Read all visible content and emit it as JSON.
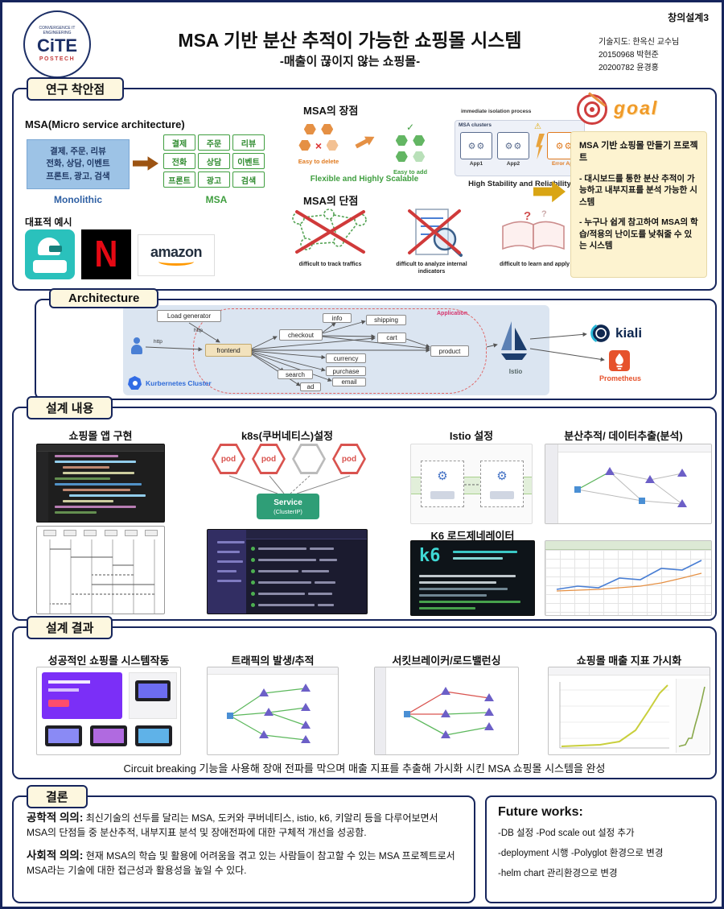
{
  "icons": {
    "gear": "⚙",
    "warn": "⚠",
    "cross": "×",
    "check": "✓",
    "question": "?"
  },
  "header": {
    "course": "창의설계3",
    "title": "MSA 기반 분산 추적이 가능한 쇼핑몰 시스템",
    "subtitle": "-매출이 끊이지 않는 쇼핑몰-",
    "advisor": "기술지도: 한옥신 교수님",
    "student1": "20150968 박현준",
    "student2": "20200782 윤경홍",
    "logo": {
      "ring": "CONVERGENCE IT ENGINEERING",
      "name": "CiTE",
      "sub": "POSTECH"
    }
  },
  "sec1": {
    "title": "연구 착안점",
    "msa_heading": "MSA(Micro service architecture)",
    "mono_lines": [
      "결제, 주문, 리뷰",
      "전화, 상담, 이벤트",
      "프론트, 광고, 검색"
    ],
    "mono_label": "Monolithic",
    "msa_label": "MSA",
    "services": [
      "결제",
      "주문",
      "리뷰",
      "전화",
      "상담",
      "이벤트",
      "프론트",
      "광고",
      "검색"
    ],
    "examples_label": "대표적 예시",
    "netflix_n": "N",
    "amazon_text": "amazon",
    "adv_title": "MSA의 장점",
    "easy_delete": "Easy to delete",
    "easy_add": "Easy to add",
    "adv_caption1": "Flexible and Highly Scalable",
    "clusters_label": "MSA clusters",
    "isolation_label": "immediate isolation process",
    "app1": "App1",
    "app2": "App2",
    "error_app": "Error App",
    "adv_caption2": "High Stability and Reliability",
    "dis_title": "MSA의 단점",
    "dis1": "difficult to track traffics",
    "dis2": "difficult to analyze internal indicators",
    "dis3": "difficult to learn and apply",
    "goal_label": "goal",
    "goal_title": "MSA 기반 쇼핑몰 만들기  프로젝트",
    "goal_point1": "- 대시보드를 통한 분산 추적이 가능하고 내부지표를 분석 가능한 시스템",
    "goal_point2": "- 누구나 쉽게 참고하여 MSA의 학습/적용의 난이도를 낮춰줄 수 있는 시스템"
  },
  "arch": {
    "title": "Architecture",
    "load_generator": "Load generator",
    "http": "http",
    "application": "Application",
    "nodes": {
      "frontend": "frontend",
      "checkout": "checkout",
      "info": "info",
      "shipping": "shipping",
      "cart": "cart",
      "product": "product",
      "currency": "currency",
      "purchase": "purchase",
      "email": "email",
      "search": "search",
      "ad": "ad"
    },
    "istio": "Istio",
    "kiali": "kiali",
    "prometheus": "Prometheus",
    "k8s_label": "Kurbernetes Cluster"
  },
  "design": {
    "title": "설계 내용",
    "h_app": "쇼핑몰 앱 구현",
    "h_k8s": "k8s(쿠버네티스)설정",
    "h_istio": "Istio 설정",
    "h_trace": "분산추적/ 데이터추출(분석)",
    "h_k6": "K6 로드제네레이터",
    "pod": "pod",
    "service_line1": "Service",
    "service_line2": "(ClusterIP)",
    "k6_logo": "k6"
  },
  "result": {
    "title": "설계 결과",
    "h1": "성공적인 쇼핑몰 시스템작동",
    "h2": "트래픽의 발생/추적",
    "h3": "서킷브레이커/로드밸런싱",
    "h4": "쇼핑몰 매출 지표 가시화",
    "summary": "Circuit breaking 기능을 사용해 장애 전파를 막으며 매출 지표를 추출해 가시화 시킨 MSA 쇼핑몰 시스템을 완성"
  },
  "conclusion": {
    "title": "결론",
    "eng_label": "공학적 의의:",
    "eng_text": "최신기술의 선두를 달리는 MSA, 도커와 쿠버네티스, istio, k6, 키알리 등을 다루어보면서 MSA의 단점들 중 분산추적, 내부지표 분석 및 장애전파에 대한 구체적 개선을 성공함.",
    "soc_label": "사회적 의의:",
    "soc_text": "현재 MSA의 학습 및 활용에 어려움을 겪고 있는 사람들이 참고할 수 있는 MSA 프로젝트로서 MSA라는 기술에 대한 접근성과 활용성을 높일 수 있다.",
    "future_title": "Future works:",
    "future1": "-DB 설정 -Pod scale out 설정 추가",
    "future2": "-deployment 시행  -Polyglot 환경으로 변경",
    "future3": "-helm chart 관리환경으로 변경"
  }
}
